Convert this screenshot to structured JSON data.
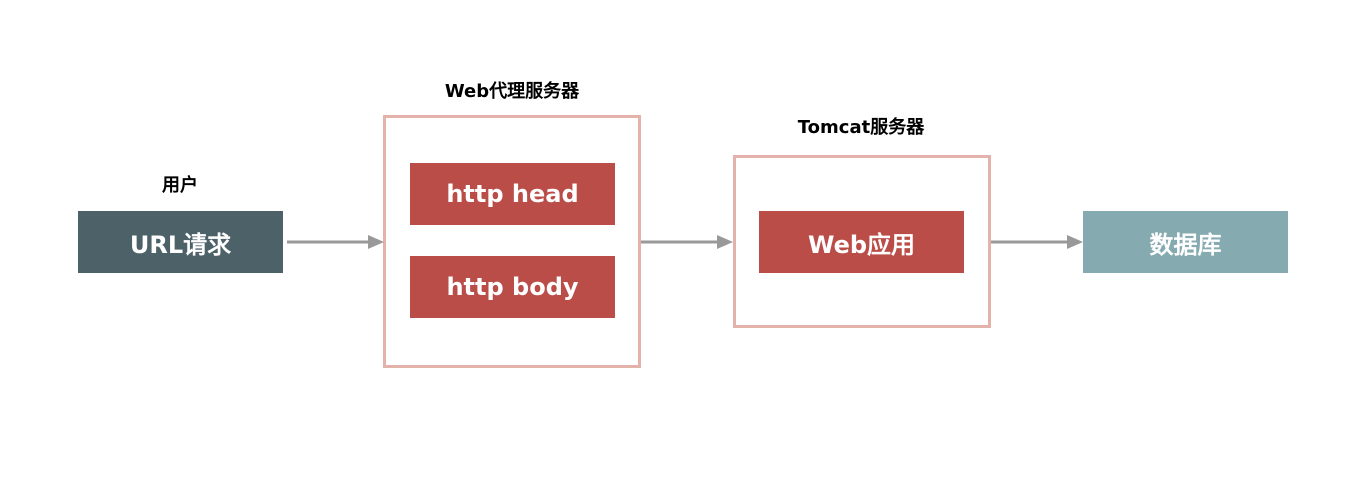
{
  "labels": {
    "user": "用户",
    "proxy": "Web代理服务器",
    "tomcat": "Tomcat服务器"
  },
  "nodes": {
    "url_request": "URL请求",
    "http_head": "http head",
    "http_body": "http body",
    "web_app": "Web应用",
    "database": "数据库"
  },
  "colors": {
    "url_request": "#4d6169",
    "proxy_part": "#ba4d48",
    "container_border": "#e3b3ab",
    "database": "#85aab0",
    "arrow": "#999999"
  }
}
